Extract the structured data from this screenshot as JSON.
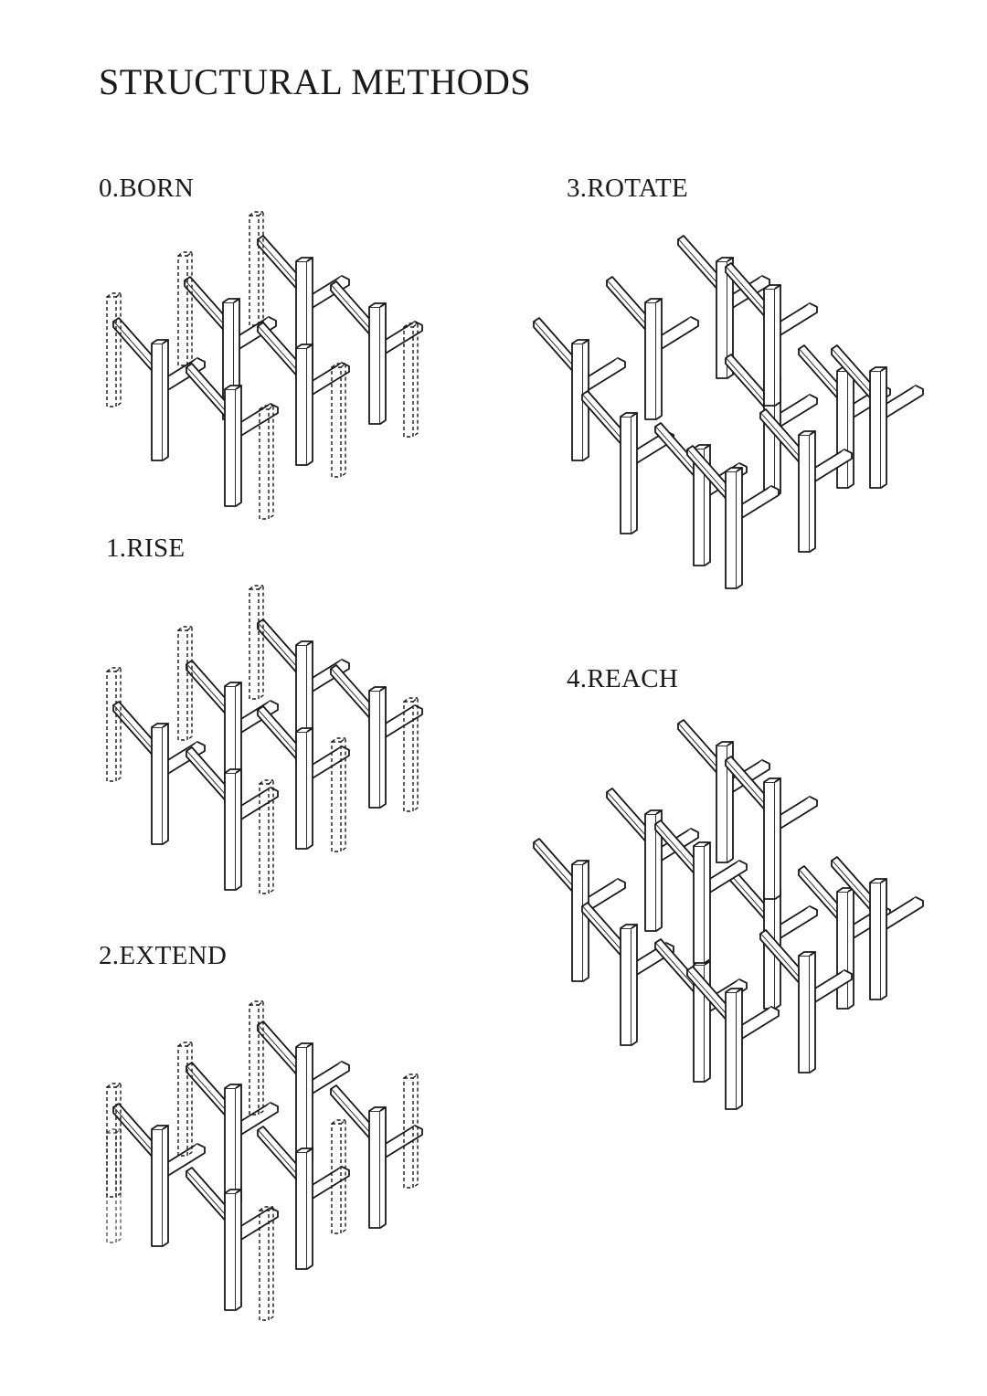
{
  "page": {
    "title": "STRUCTURAL METHODS"
  },
  "methods": [
    {
      "label": "0.BORN"
    },
    {
      "label": "1.RISE"
    },
    {
      "label": "2.EXTEND"
    },
    {
      "label": "3.ROTATE"
    },
    {
      "label": "4.REACH"
    }
  ],
  "style": {
    "ink": "#1a1a1a",
    "paper": "#ffffff"
  }
}
